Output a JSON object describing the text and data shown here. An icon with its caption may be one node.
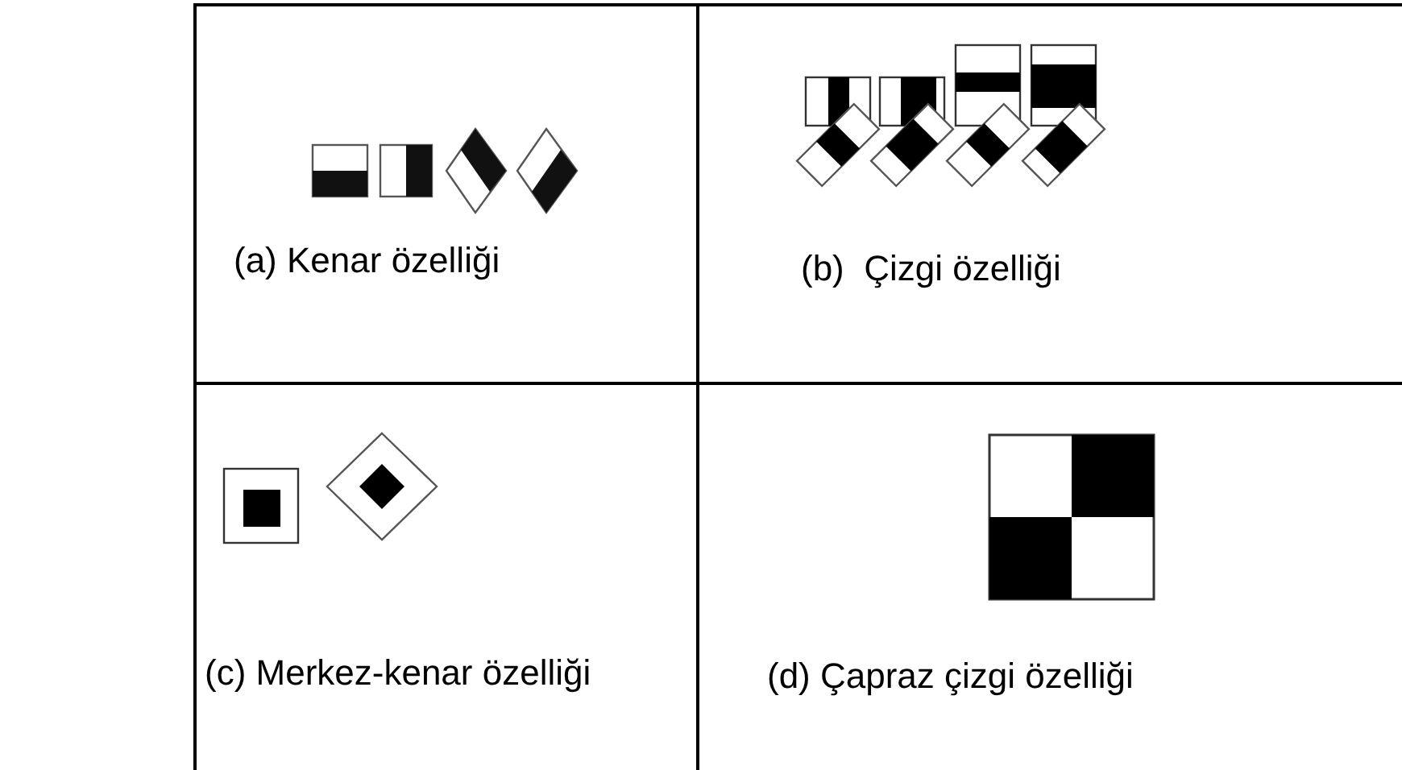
{
  "diagram": {
    "nodes": [
      {
        "text": [
          "(a) Kenar özelliği"
        ]
      },
      {
        "text": [
          "(b)  Çizgi özelliği"
        ]
      },
      {
        "text": [
          "(c) Merkez-kenar özelliği"
        ]
      },
      {
        "text": [
          "(d) Çapraz çizgi özelliği"
        ]
      }
    ]
  }
}
